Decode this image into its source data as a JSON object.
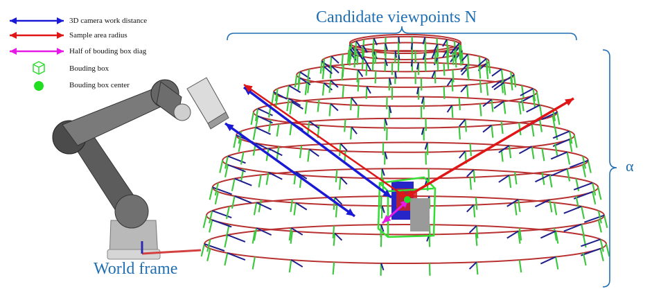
{
  "legend": {
    "items": [
      {
        "label": "3D camera work distance",
        "symbol": "double-arrow",
        "color": "#1a1ad6"
      },
      {
        "label": "Sample area radius",
        "symbol": "double-arrow",
        "color": "#e01515"
      },
      {
        "label": "Half of bouding box diag",
        "symbol": "double-arrow",
        "color": "#e619e6"
      },
      {
        "label": "Bouding box",
        "symbol": "cube-outline",
        "color": "#33dd33"
      },
      {
        "label": "Bouding box center",
        "symbol": "filled-dot",
        "color": "#22dd22"
      }
    ]
  },
  "labels": {
    "candidate_viewpoints": "Candidate viewpoints N",
    "alpha": "α",
    "world_frame": "World frame"
  },
  "colors": {
    "label_blue": "#1f6fb2",
    "meridian_green": "#3fc73f",
    "ring_red": "#b83030",
    "view_blue": "#1e1e8c"
  }
}
